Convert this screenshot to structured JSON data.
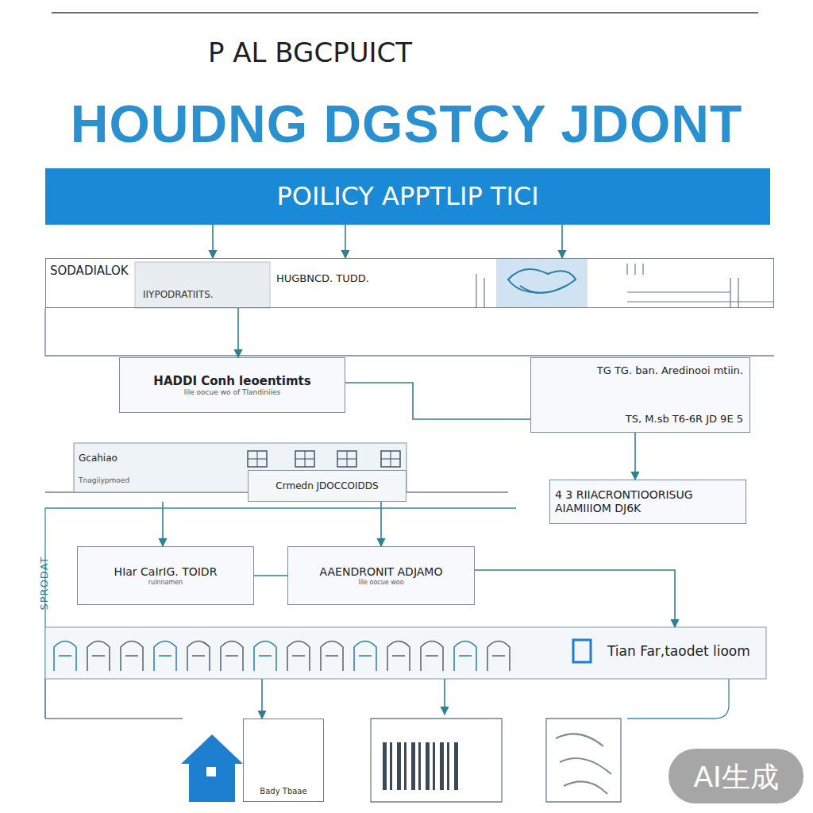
{
  "diagram": {
    "title": "HOUDNG DGSTCY JDONT",
    "nodes": [
      {
        "text": [
          "POILICY APPTLIP TICI"
        ]
      },
      {
        "text": [
          "SODADIALOK",
          "IIYPODRATIITS.",
          "HUGBNCD. TUDD."
        ]
      },
      {
        "text": [
          "HADDI Conh leoentimts",
          "lile oocue wo of Tlandiniies"
        ]
      },
      {
        "text": [
          "TG TG. ban. Aredinooi mtiin.",
          "TS, M.sb T6-6R JD 9E 5"
        ]
      },
      {
        "text": [
          "Gcahiao",
          "Tnagiiypmoed"
        ]
      },
      {
        "text": [
          "Crmedn JDOCCOIDDS"
        ],
        "in": 4
      },
      {
        "text": [
          "4 3 RIIACRONTIOORISUG",
          "AIAMIIIOM DJ6K"
        ]
      },
      {
        "text": [
          "HIar CaIrIG. TOIDR",
          "ruinnamen"
        ]
      },
      {
        "text": [
          "AAENDRONIT ADJAMO",
          "lile oocue woo"
        ]
      },
      {
        "text": [
          "Tian Far,taodet lioom"
        ]
      },
      {
        "text": [
          "Bady Tbaae"
        ]
      }
    ],
    "edges": [
      {
        "from": 0,
        "to": 1,
        "arrow": "to"
      },
      {
        "from": 0,
        "to": 1,
        "arrow": "to"
      },
      {
        "from": 0,
        "to": 1,
        "arrow": "to"
      },
      {
        "from": 1,
        "to": 2,
        "arrow": "to"
      },
      {
        "from": 2,
        "to": 3,
        "arrow": "none"
      },
      {
        "from": 3,
        "to": 6,
        "arrow": "to"
      },
      {
        "from": 4,
        "to": 7,
        "arrow": "to"
      },
      {
        "from": 4,
        "to": 8,
        "arrow": "to"
      },
      {
        "from": 7,
        "to": 8,
        "arrow": "none"
      },
      {
        "from": 8,
        "to": 9,
        "arrow": "to"
      },
      {
        "from": 9,
        "to": 10,
        "arrow": "to"
      }
    ],
    "labels": [
      "P AL BGCPUICT",
      "SPRODAT",
      "AI生成"
    ]
  }
}
